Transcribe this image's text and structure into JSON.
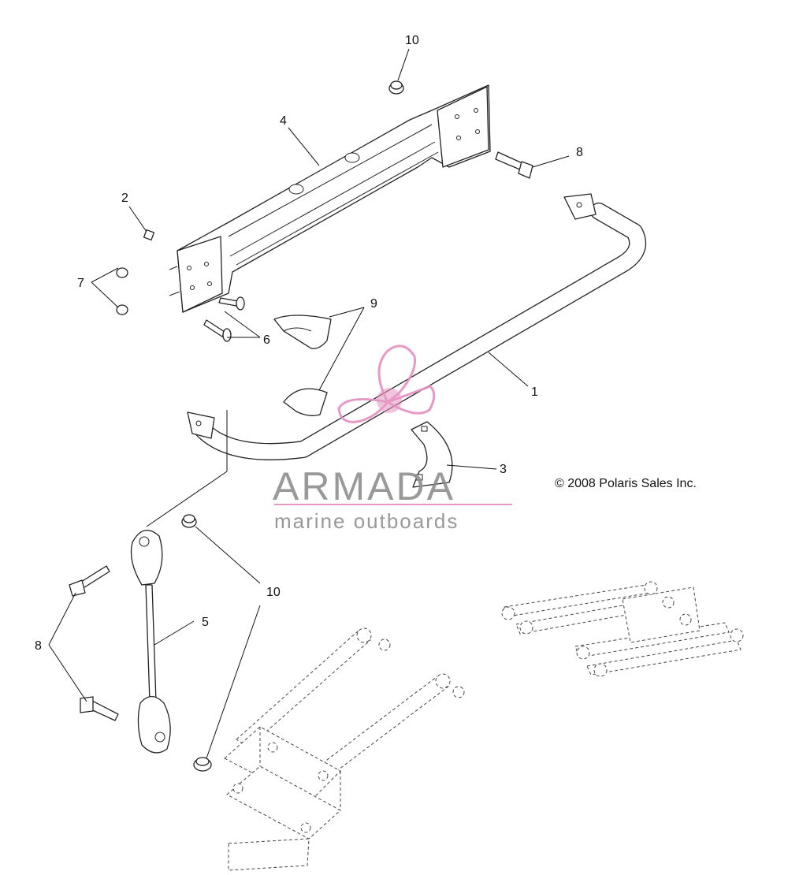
{
  "callouts": {
    "c10_top": "10",
    "c4": "4",
    "c8_top": "8",
    "c2": "2",
    "c7": "7",
    "c6": "6",
    "c9": "9",
    "c1": "1",
    "c3": "3",
    "c10_bottom": "10",
    "c5": "5",
    "c8_bottom": "8"
  },
  "copyright": "© 2008 Polaris Sales Inc.",
  "watermark": {
    "name": "ARMADA",
    "tagline": "marine outboards",
    "accent_color": "#e58fc0",
    "text_color": "#8f8f8f"
  }
}
